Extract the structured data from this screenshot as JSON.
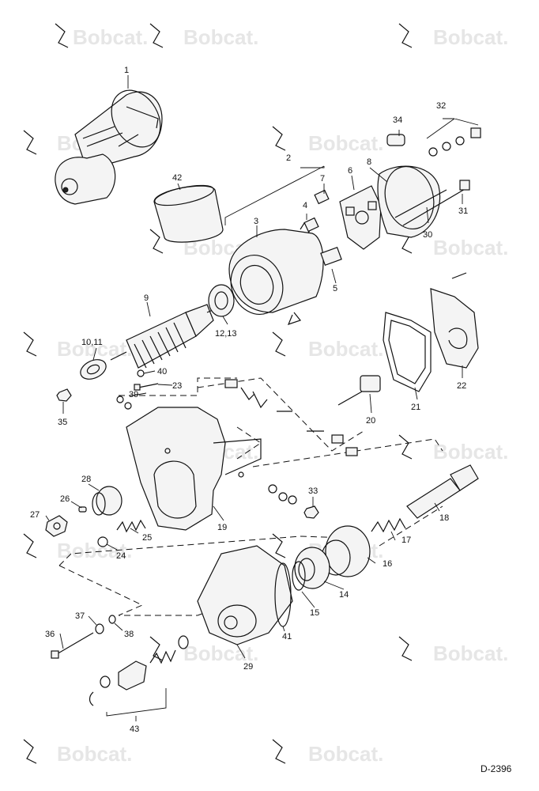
{
  "watermark": {
    "text": "Bobcat."
  },
  "drawing_ref": "D-2396",
  "callouts": {
    "c1": "1",
    "c2": "2",
    "c3": "3",
    "c4": "4",
    "c5": "5",
    "c6": "6",
    "c7": "7",
    "c8": "8",
    "c9": "9",
    "c10_11": "10,11",
    "c12_13": "12,13",
    "c14": "14",
    "c15": "15",
    "c16": "16",
    "c17": "17",
    "c18": "18",
    "c19": "19",
    "c20": "20",
    "c21": "21",
    "c22": "22",
    "c23": "23",
    "c24": "24",
    "c25": "25",
    "c26": "26",
    "c27": "27",
    "c28": "28",
    "c29": "29",
    "c30": "30",
    "c31": "31",
    "c32": "32",
    "c33": "33",
    "c34": "34",
    "c35": "35",
    "c36": "36",
    "c37": "37",
    "c38": "38",
    "c39": "39",
    "c40": "40",
    "c41": "41",
    "c42": "42",
    "c43": "43"
  }
}
